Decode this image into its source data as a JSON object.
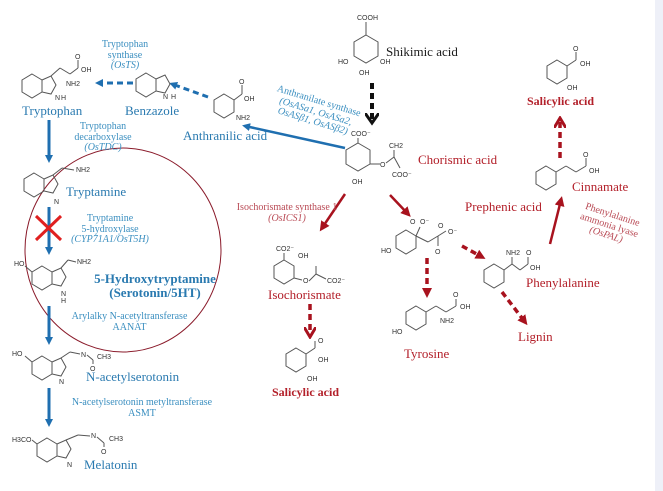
{
  "colors": {
    "tryptophan_path": "#1f6fb0",
    "phenyl_path": "#a8121e",
    "shikimate_arrow": "#111111",
    "circle": "#8a1a2a",
    "inhibit": "#e02020"
  },
  "compounds": {
    "shikimic_acid": "Shikimic acid",
    "chorismic_acid": "Chorismic acid",
    "anthranilic_acid": "Anthranilic acid",
    "benzazole": "Benzazole",
    "tryptophan": "Tryptophan",
    "tryptamine": "Tryptamine",
    "serotonin_line1": "5-Hydroxytryptamine",
    "serotonin_line2": "(Serotonin/5HT)",
    "n_acetylserotonin": "N-acetylserotonin",
    "melatonin": "Melatonin",
    "isochorismate": "Isochorismate",
    "salicylic_acid_left": "Salicylic acid",
    "prephenic_acid": "Prephenic acid",
    "tyrosine": "Tyrosine",
    "phenylalanine": "Phenylalanine",
    "lignin": "Lignin",
    "cinnamate": "Cinnamate",
    "salicylic_acid_right": "Salicylic acid"
  },
  "enzymes": {
    "tryptophan_synthase": {
      "line1": "Tryptophan",
      "line2": "synthase",
      "gene": "(OsTS)"
    },
    "anthranilate_synthase": {
      "line1": "Anthranilate synthase",
      "line2": "(OsASa1, OsASa2,",
      "line3": "OsASβ1, OsASβ2)"
    },
    "tryptophan_decarboxylase": {
      "line1": "Tryptophan",
      "line2": "decarboxylase",
      "gene": "(OsTDC)"
    },
    "tryptamine_hydroxylase": {
      "line1": "Tryptamine",
      "line2": "5-hydroxylase",
      "gene": "(CYP71A1/OsT5H)"
    },
    "aanat": {
      "line1": "Arylalky N-acetyltransferase",
      "line2": "AANAT"
    },
    "asmt": {
      "line1": "N-acetylserotonin metyltransferase",
      "line2": "ASMT"
    },
    "isochorismate_synthase": {
      "line1": "Isochorismate synthase 1",
      "gene": "(OsICS1)"
    },
    "pal": {
      "line1": "Phenylalanine",
      "line2": "ammonia lyase",
      "gene": "(OsPAL)"
    }
  },
  "structure_atoms": {
    "cooh": "COOH",
    "ho": "HO",
    "oh": "OH",
    "o": "O",
    "nh2": "NH2",
    "nh": "N",
    "h": "H",
    "coo": "COO⁻",
    "co2": "CO2⁻",
    "ch2": "CH2",
    "ch3": "CH3",
    "h3co": "H3CO",
    "o_minus": "O⁻"
  }
}
